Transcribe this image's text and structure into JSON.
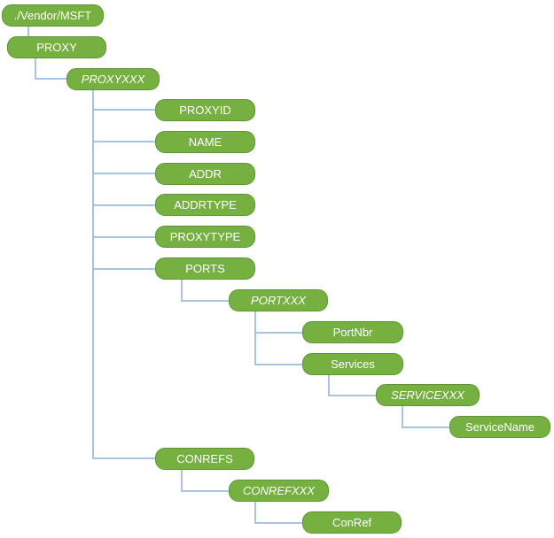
{
  "diagram": {
    "colors": {
      "node_fill": "#76B041",
      "node_border": "#5E9635",
      "node_text": "#FFFFFF",
      "connector": "#A7C4E2",
      "background": "#FFFFFF"
    },
    "tree": {
      "label": "./Vendor/MSFT",
      "children": [
        {
          "label": "PROXY",
          "children": [
            {
              "label": "PROXYXXX",
              "placeholder": true,
              "children": [
                {
                  "label": "PROXYID"
                },
                {
                  "label": "NAME"
                },
                {
                  "label": "ADDR"
                },
                {
                  "label": "ADDRTYPE"
                },
                {
                  "label": "PROXYTYPE"
                },
                {
                  "label": "PORTS",
                  "children": [
                    {
                      "label": "PORTXXX",
                      "placeholder": true,
                      "children": [
                        {
                          "label": "PortNbr"
                        },
                        {
                          "label": "Services",
                          "children": [
                            {
                              "label": "SERVICEXXX",
                              "placeholder": true,
                              "children": [
                                {
                                  "label": "ServiceName"
                                }
                              ]
                            }
                          ]
                        }
                      ]
                    }
                  ]
                },
                {
                  "label": "CONREFS",
                  "children": [
                    {
                      "label": "CONREFXXX",
                      "placeholder": true,
                      "children": [
                        {
                          "label": "ConRef"
                        }
                      ]
                    }
                  ]
                }
              ]
            }
          ]
        }
      ]
    }
  }
}
